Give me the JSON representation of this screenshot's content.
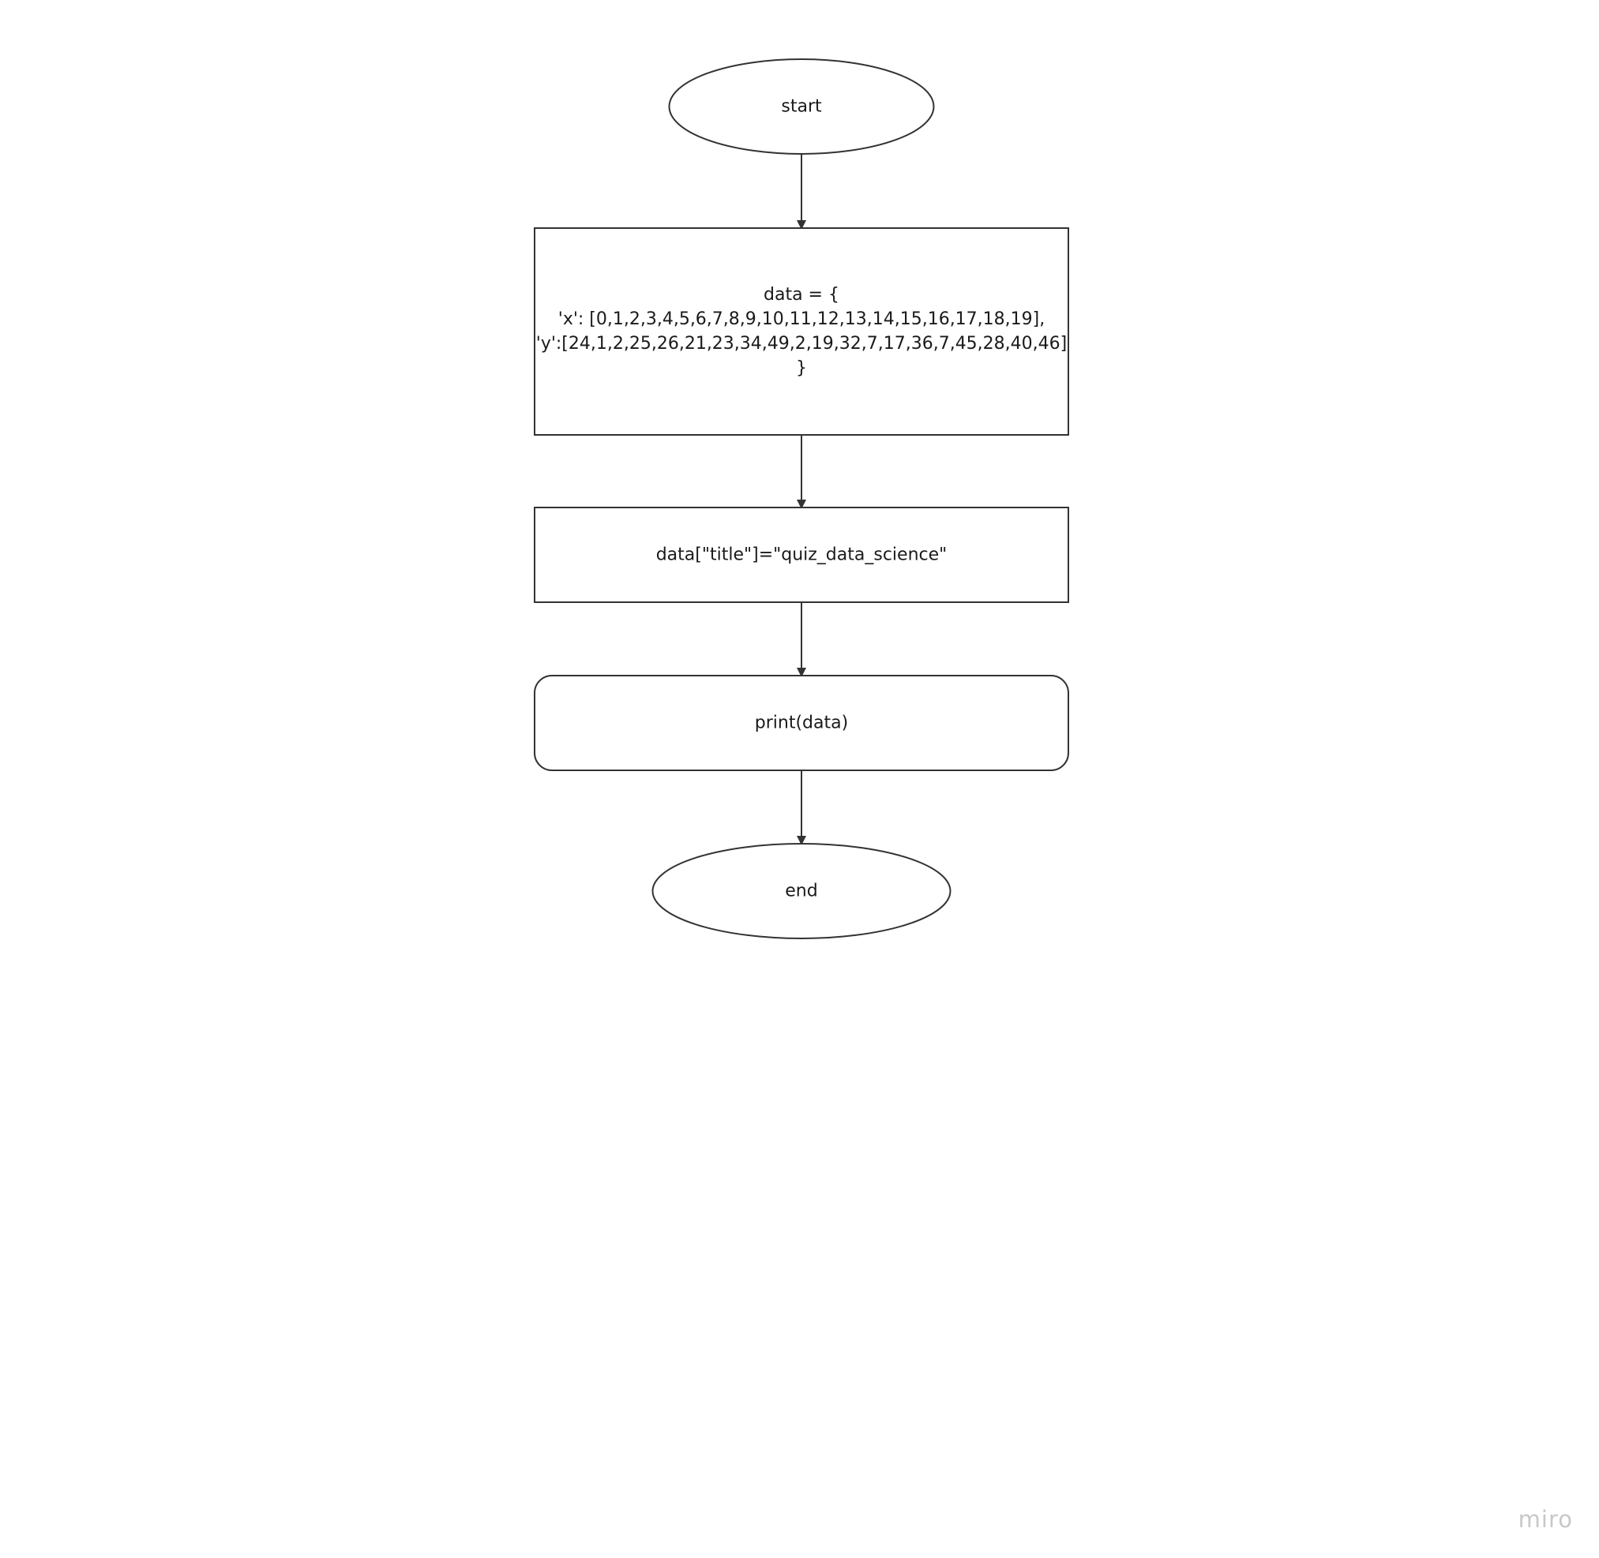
{
  "diagram": {
    "nodes": [
      {
        "id": "start",
        "shape": "ellipse",
        "lines": [
          "start"
        ]
      },
      {
        "id": "init",
        "shape": "rect",
        "lines": [
          "data = {",
          "'x': [0,1,2,3,4,5,6,7,8,9,10,11,12,13,14,15,16,17,18,19],",
          "'y':[24,1,2,25,26,21,23,34,49,2,19,32,7,17,36,7,45,28,40,46]",
          "}"
        ]
      },
      {
        "id": "assign",
        "shape": "rect",
        "lines": [
          "data[\"title\"]=\"quiz_data_science\""
        ]
      },
      {
        "id": "print",
        "shape": "rounded-rect",
        "lines": [
          "print(data)"
        ]
      },
      {
        "id": "end",
        "shape": "ellipse",
        "lines": [
          "end"
        ]
      }
    ],
    "edges": [
      {
        "from": "start",
        "to": "init"
      },
      {
        "from": "init",
        "to": "assign"
      },
      {
        "from": "assign",
        "to": "print"
      },
      {
        "from": "print",
        "to": "end"
      }
    ],
    "stroke_color": "#333333",
    "text_color": "#1a1a1a"
  },
  "watermark": {
    "text": "miro",
    "color": "#c8c8c8"
  }
}
